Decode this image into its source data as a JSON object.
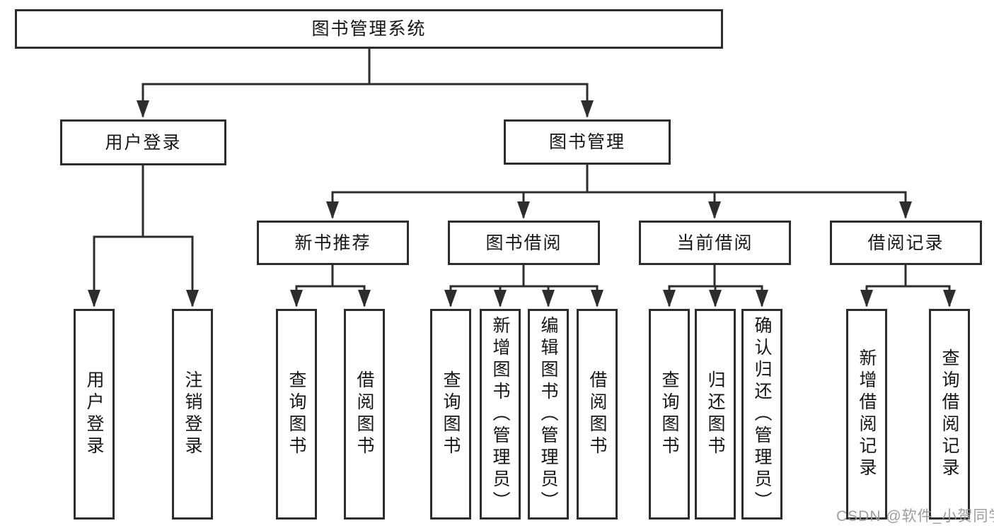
{
  "diagram": {
    "tree": {
      "label": "图书管理系统",
      "children": [
        {
          "label": "用户登录",
          "children": [
            {
              "label": "用户登录"
            },
            {
              "label": "注销登录"
            }
          ]
        },
        {
          "label": "图书管理",
          "children": [
            {
              "label": "新书推荐",
              "children": [
                {
                  "label": "查询图书"
                },
                {
                  "label": "借阅图书"
                }
              ]
            },
            {
              "label": "图书借阅",
              "children": [
                {
                  "label": "查询图书"
                },
                {
                  "label": "新增图书（管理员）"
                },
                {
                  "label": "编辑图书（管理员）"
                },
                {
                  "label": "借阅图书"
                }
              ]
            },
            {
              "label": "当前借阅",
              "children": [
                {
                  "label": "查询图书"
                },
                {
                  "label": "归还图书"
                },
                {
                  "label": "确认归还（管理员）"
                }
              ]
            },
            {
              "label": "借阅记录",
              "children": [
                {
                  "label": "新增借阅记录"
                },
                {
                  "label": "查询借阅记录"
                }
              ]
            }
          ]
        }
      ]
    },
    "colors": {
      "line": "#2d2d2d",
      "box_border": "#2d2d2d",
      "text": "#161616",
      "watermark": "#989898",
      "background": "#ffffff"
    },
    "watermark": "CSDN @软件_小贺同学"
  }
}
